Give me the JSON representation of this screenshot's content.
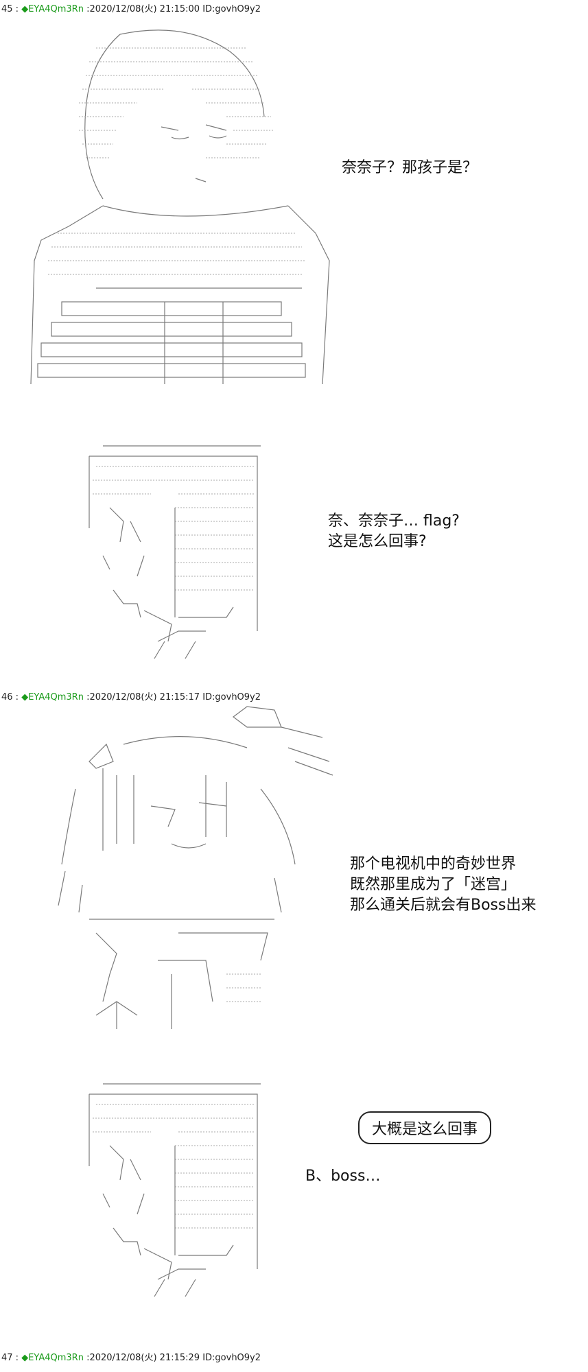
{
  "posts": [
    {
      "num": "45 :",
      "diamond": "◆",
      "name": "EYA4Qm3Rn",
      "meta": ":2020/12/08(火) 21:15:00 ID:govhO9y2"
    },
    {
      "num": "46 :",
      "diamond": "◆",
      "name": "EYA4Qm3Rn",
      "meta": ":2020/12/08(火) 21:15:17 ID:govhO9y2"
    },
    {
      "num": "47 :",
      "diamond": "◆",
      "name": "EYA4Qm3Rn",
      "meta": ":2020/12/08(火) 21:15:29 ID:govhO9y2"
    }
  ],
  "dialogs": {
    "d1": [
      "奈奈子？那孩子是？"
    ],
    "d2": [
      "奈、奈奈子… flag?",
      "这是怎么回事?"
    ],
    "d3": [
      "那个电视机中的奇妙世界",
      "既然那里成为了「迷宫」",
      "那么通关后就会有Boss出来"
    ],
    "bubble": "大概是这么回事",
    "d4": [
      "B、boss…"
    ]
  },
  "colors": {
    "poster_name": "#1a9a1a",
    "text": "#111111",
    "art_stroke": "#7a7a7a"
  }
}
